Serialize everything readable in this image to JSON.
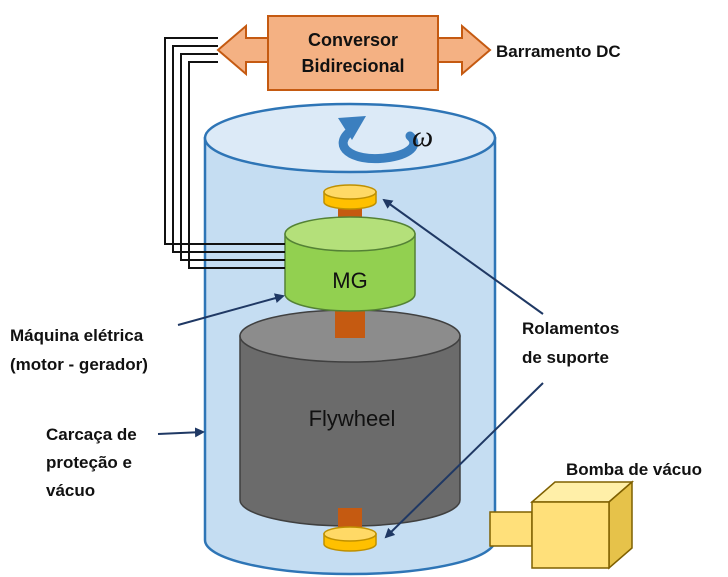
{
  "converter": {
    "line1": "Conversor",
    "line2": "Bidirecional",
    "fill_color": "#F4B183",
    "stroke_color": "#C55A11"
  },
  "dc_bus": {
    "label": "Barramento DC"
  },
  "rotation": {
    "symbol": "ω",
    "arrow_color": "#3B7FBF"
  },
  "mg": {
    "label": "MG",
    "color": "#92D050"
  },
  "flywheel": {
    "label": "Flywheel",
    "color": "#6B6B6B"
  },
  "electric_machine": {
    "line1": "Máquina elétrica",
    "line2": "(motor - gerador)"
  },
  "bearings": {
    "line1": "Rolamentos",
    "line2": "de suporte",
    "color": "#FFC000"
  },
  "housing": {
    "line1": "Carcaça de",
    "line2": "proteção e",
    "line3": "vácuo",
    "color": "#C5DDF2"
  },
  "vacuum_pump": {
    "label": "Bomba de vácuo",
    "color": "#FFE07A"
  },
  "shaft": {
    "color": "#C55A11"
  }
}
